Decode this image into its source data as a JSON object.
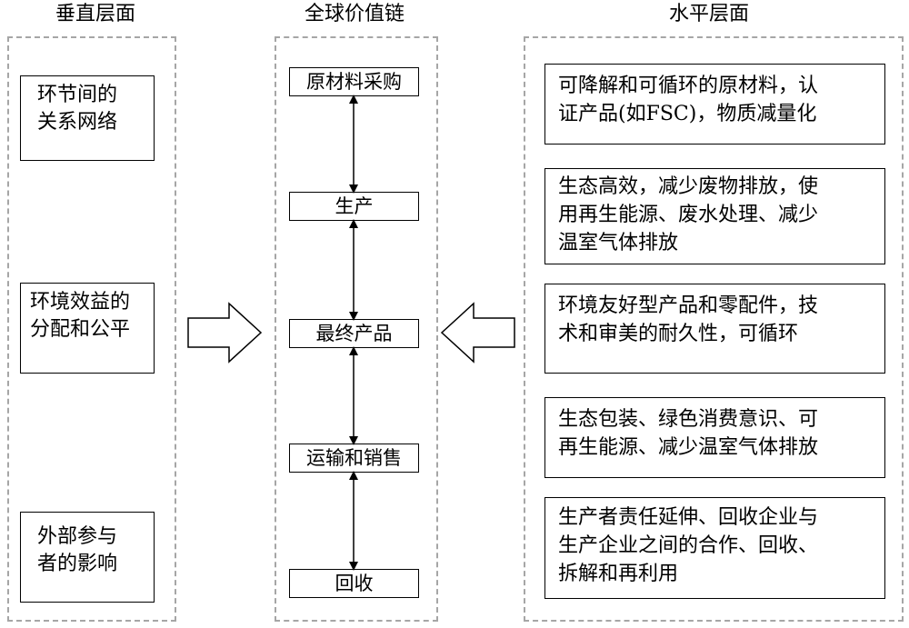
{
  "titles": {
    "vertical": "垂直层面",
    "chain": "全球价值链",
    "horizontal": "水平层面"
  },
  "vertical_items": [
    [
      "环节间的",
      "关系网络"
    ],
    [
      "环境效益的",
      "分配和公平"
    ],
    [
      "外部参与",
      "者的影响"
    ]
  ],
  "chain_items": [
    "原材料采购",
    "生产",
    "最终产品",
    "运输和销售",
    "回收"
  ],
  "horizontal_items": [
    [
      "可降解和可循环的原材料，认",
      "证产品(如FSC)，物质减量化"
    ],
    [
      "生态高效，减少废物排放，使",
      "用再生能源、废水处理、减少",
      "温室气体排放"
    ],
    [
      "环境友好型产品和零配件，技",
      "术和审美的耐久性，可循环"
    ],
    [
      "生态包装、绿色消费意识、可",
      "再生能源、减少温室气体排放"
    ],
    [
      "生产者责任延伸、回收企业与",
      "生产企业之间的合作、回收、",
      "拆解和再利用"
    ]
  ]
}
